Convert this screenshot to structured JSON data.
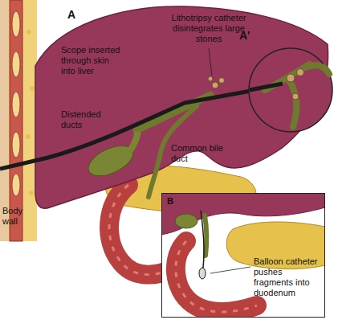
{
  "diagram": {
    "nodes": [
      {
        "text": [
          "B",
          "Balloon catheter pushes fragments into duodenum"
        ]
      }
    ],
    "labels": [
      "A",
      "Scope inserted through skin into liver",
      "Lithotripsy catheter disintegrates large stones",
      "A'",
      "Distended ducts",
      "Common bile duct",
      "Body wall"
    ]
  }
}
